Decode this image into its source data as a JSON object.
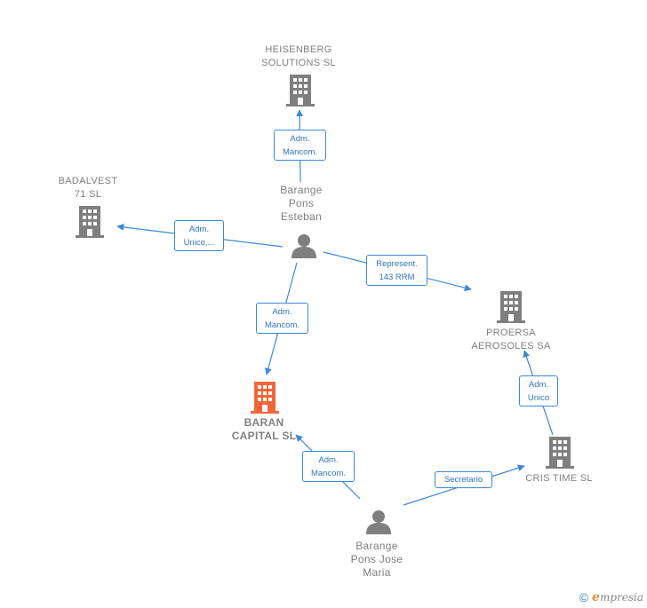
{
  "colors": {
    "edge": "#3c88d8",
    "label_text": "#2e74c0",
    "node_gray": "#7f7f7f",
    "focus_company": "#f2663a"
  },
  "nodes": {
    "heisenberg": {
      "type": "company",
      "icon": "building-icon",
      "label": "HEISENBERG\nSOLUTIONS  SL"
    },
    "badalvest": {
      "type": "company",
      "icon": "building-icon",
      "label": "BADALVEST\n71  SL"
    },
    "proersa": {
      "type": "company",
      "icon": "building-icon",
      "label": "PROERSA\nAEROSOLES SA"
    },
    "baran": {
      "type": "company",
      "icon": "building-icon",
      "focus": true,
      "label": "BARAN\nCAPITAL  SL"
    },
    "cris_time": {
      "type": "company",
      "icon": "building-icon",
      "label": "CRIS TIME  SL"
    },
    "esteban": {
      "type": "person",
      "icon": "person-icon",
      "label": "Barange\nPons\nEsteban"
    },
    "jose_maria": {
      "type": "person",
      "icon": "person-icon",
      "label": "Barange\nPons Jose\nMaria"
    }
  },
  "edges": {
    "esteban_heisenberg": "Adm.\nMancom.",
    "esteban_badalvest": "Adm.\nUnico,...",
    "esteban_proersa": "Represent.\n143 RRM",
    "esteban_baran": "Adm.\nMancom.",
    "jose_baran": "Adm.\nMancom.",
    "jose_cristime": "Secretario",
    "cristime_proersa": "Adm.\nUnico"
  },
  "footer": {
    "copyright_symbol": "©",
    "brand_initial": "e",
    "brand_rest": "mpresia"
  }
}
